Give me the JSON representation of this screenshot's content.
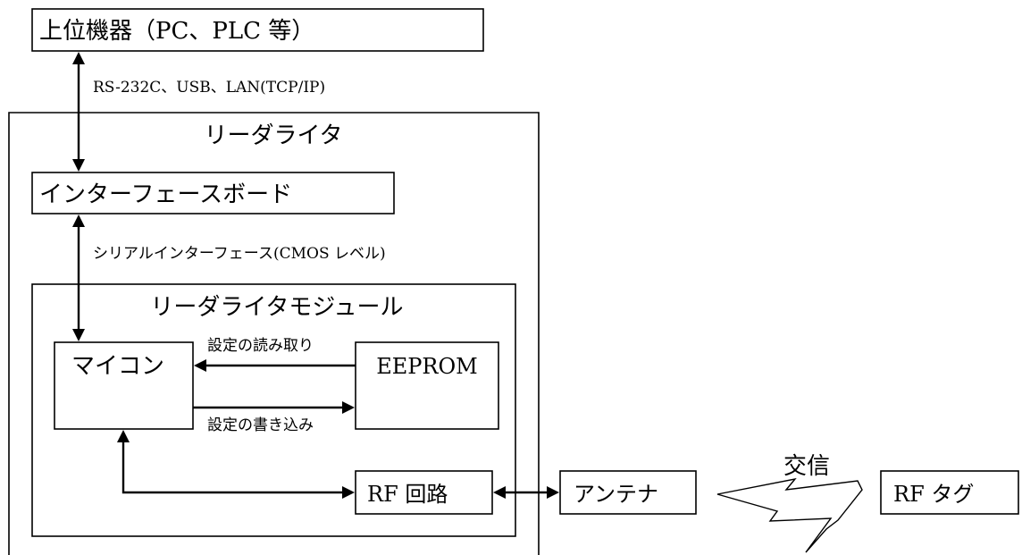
{
  "diagram": {
    "host_device": "上位機器（PC、PLC 等）",
    "host_link_label": "RS-232C、USB、LAN(TCP/IP)",
    "reader_writer": "リーダライタ",
    "interface_board": "インターフェースボード",
    "serial_link_label": "シリアルインターフェース(CMOS レベル)",
    "reader_writer_module": "リーダライタモジュール",
    "microcontroller": "マイコン",
    "eeprom": "EEPROM",
    "read_settings_label": "設定の読み取り",
    "write_settings_label": "設定の書き込み",
    "rf_circuit": "RF 回路",
    "antenna": "アンテナ",
    "communication_label": "交信",
    "rf_tag": "RF タグ"
  }
}
